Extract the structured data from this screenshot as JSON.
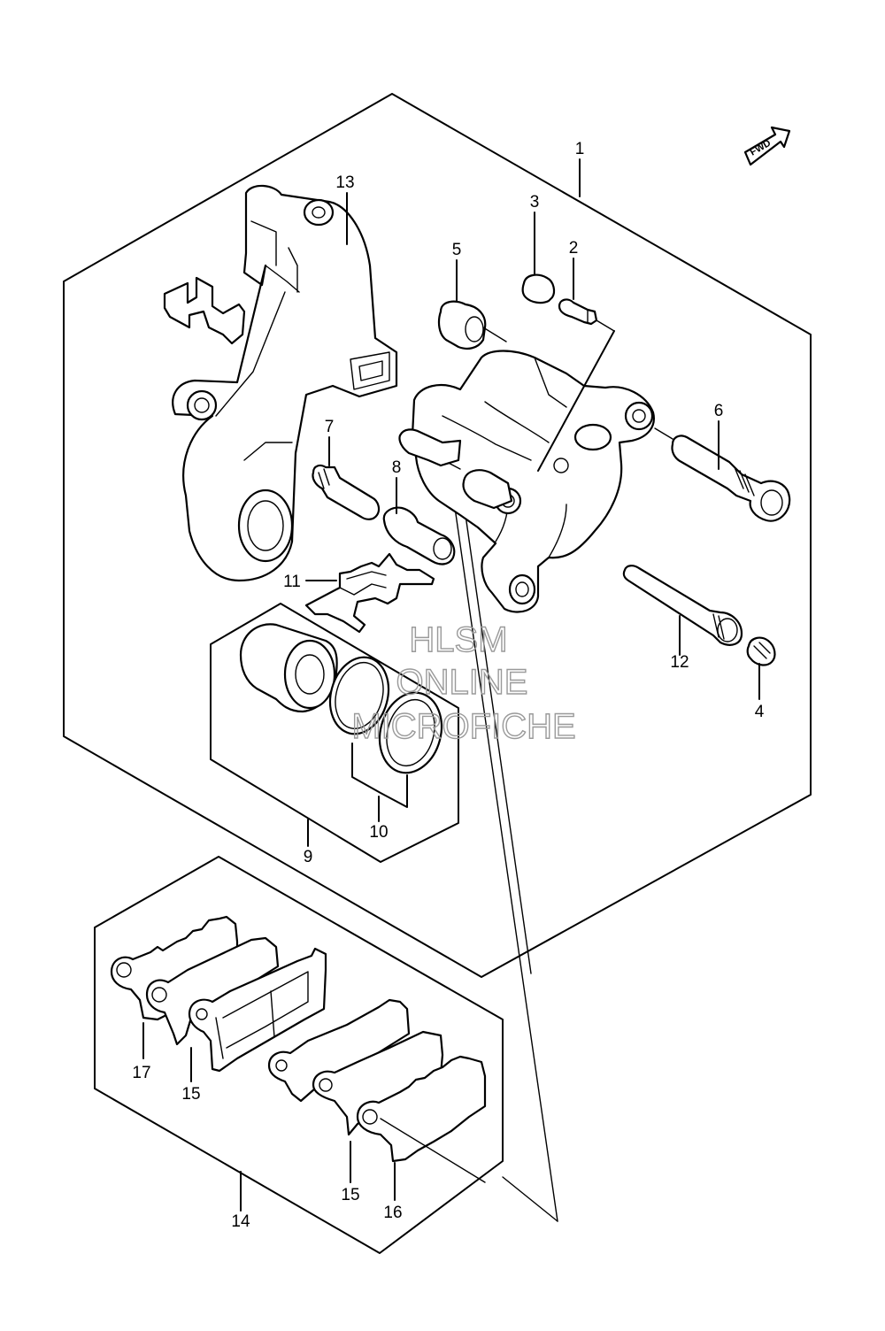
{
  "callouts": [
    {
      "id": "1",
      "text": "1"
    },
    {
      "id": "2",
      "text": "2"
    },
    {
      "id": "3",
      "text": "3"
    },
    {
      "id": "4",
      "text": "4"
    },
    {
      "id": "5",
      "text": "5"
    },
    {
      "id": "6",
      "text": "6"
    },
    {
      "id": "7",
      "text": "7"
    },
    {
      "id": "8",
      "text": "8"
    },
    {
      "id": "9",
      "text": "9"
    },
    {
      "id": "10",
      "text": "10"
    },
    {
      "id": "11",
      "text": "11"
    },
    {
      "id": "12",
      "text": "12"
    },
    {
      "id": "13",
      "text": "13"
    },
    {
      "id": "14",
      "text": "14"
    },
    {
      "id": "15a",
      "text": "15"
    },
    {
      "id": "15b",
      "text": "15"
    },
    {
      "id": "16",
      "text": "16"
    },
    {
      "id": "17",
      "text": "17"
    }
  ],
  "fwd_badge": "FWD",
  "watermark": {
    "line1": "HLSM",
    "line2": "ONLINE",
    "line3": "MICROFICHE"
  }
}
